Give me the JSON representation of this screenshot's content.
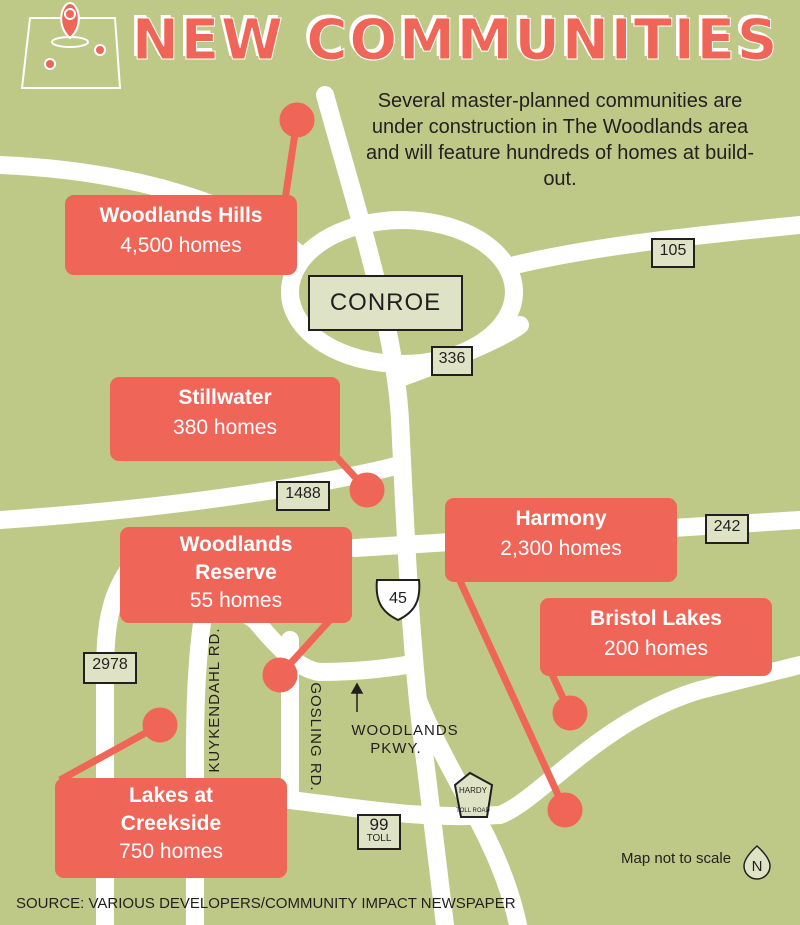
{
  "title": "NEW COMMUNITIES",
  "intro": "Several master-planned communities are under construction in The Woodlands area and will feature hundreds of homes at build-out.",
  "city_label": "CONROE",
  "communities": [
    {
      "name": "Woodlands Hills",
      "homes": "4,500 homes"
    },
    {
      "name": "Stillwater",
      "homes": "380 homes"
    },
    {
      "name": "Woodlands Reserve",
      "homes": "55 homes"
    },
    {
      "name": "Harmony",
      "homes": "2,300 homes"
    },
    {
      "name": "Bristol Lakes",
      "homes": "200 homes"
    },
    {
      "name": "Lakes at Creekside",
      "homes": "750 homes"
    }
  ],
  "roads": {
    "r105": "105",
    "r336": "336",
    "r1488": "1488",
    "r242": "242",
    "r2978": "2978",
    "i45": "45",
    "r99": "99",
    "r99_sub": "TOLL",
    "hardy_top": "HARDY",
    "hardy_bottom": "TOLL ROAD",
    "kuykendahl": "KUYKENDAHL RD.",
    "gosling": "GOSLING RD.",
    "woodlands_pkwy_1": "WOODLANDS",
    "woodlands_pkwy_2": "PKWY."
  },
  "scale_note": "Map not to scale",
  "north": "N",
  "source": "SOURCE: VARIOUS DEVELOPERS/COMMUNITY IMPACT NEWSPAPER",
  "colors": {
    "background": "#bfc987",
    "accent": "#ef6558",
    "road": "#ffffff",
    "shield": "#dfe3c6"
  }
}
